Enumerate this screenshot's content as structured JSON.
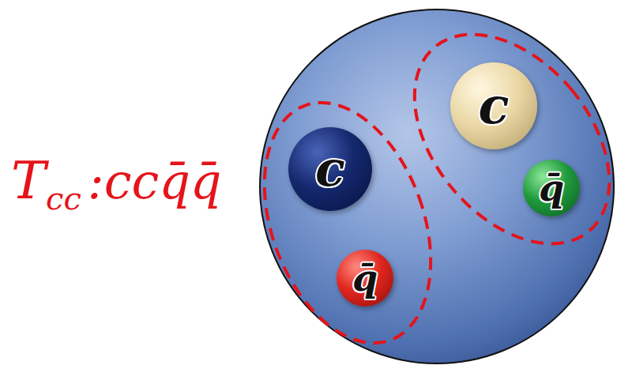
{
  "diagram": {
    "nodes": [
      {
        "text": [
          "c"
        ]
      },
      {
        "text": [
          "q̄"
        ]
      },
      {
        "text": [
          "c"
        ]
      },
      {
        "text": [
          "q̄"
        ]
      }
    ],
    "labels": [
      "T",
      "cc",
      ":ccq̄q̄"
    ]
  }
}
